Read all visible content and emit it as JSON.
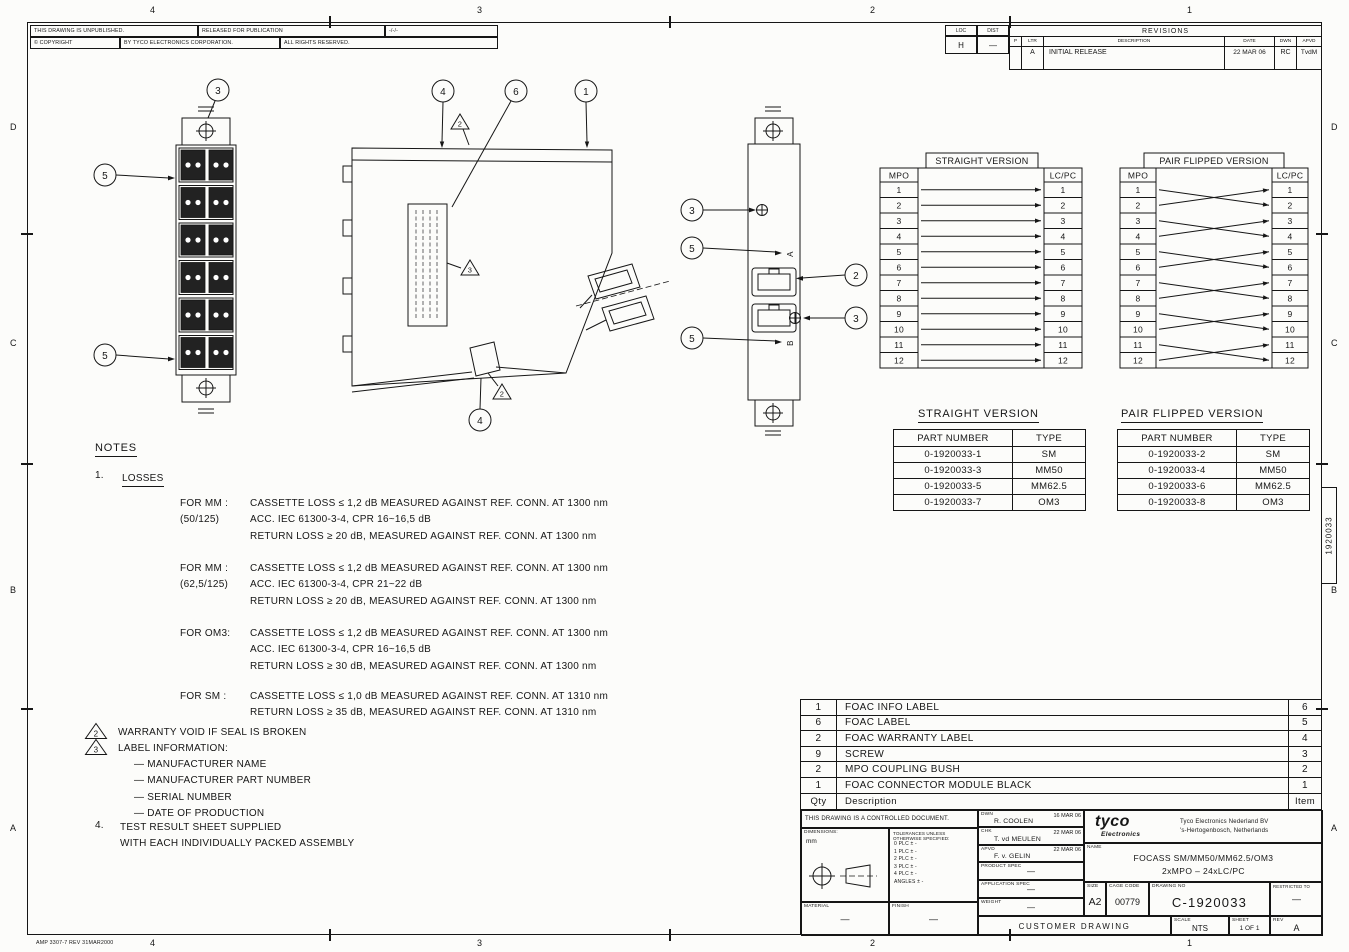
{
  "page": {
    "form_ref": "AMP 3307-7  REV 31MAR2000",
    "side_tab": "1920033",
    "zones_top": [
      "4",
      "3",
      "2",
      "1"
    ],
    "zones_bottom": [
      "4",
      "3",
      "2",
      "1"
    ],
    "zones_left": [
      "D",
      "C",
      "B",
      "A"
    ],
    "zones_right": [
      "D",
      "C",
      "B",
      "A"
    ]
  },
  "copyright_block": {
    "unpublished": "THIS DRAWING IS UNPUBLISHED.",
    "released": "RELEASED FOR PUBLICATION",
    "released_value": "-/-/-",
    "copyright": "© COPYRIGHT",
    "by_company": "BY TYCO ELECTRONICS CORPORATION.",
    "rights": "ALL RIGHTS RESERVED."
  },
  "revisions": {
    "loc_label": "LOC",
    "loc": "H",
    "dist_label": "DIST",
    "dist": "—",
    "title": "REVISIONS",
    "col_p": "P",
    "col_ltr": "LTR",
    "col_desc": "DESCRIPTION",
    "col_date": "DATE",
    "col_dwn": "DWN",
    "col_apvd": "APVD",
    "rows": [
      {
        "p": "",
        "ltr": "A",
        "desc": "INITIAL RELEASE",
        "date": "22 MAR 06",
        "dwn": "RC",
        "apvd": "TvdM"
      }
    ]
  },
  "views": {
    "front": {
      "balloon_top": "3",
      "balloon_upper": "5",
      "balloon_lower": "5"
    },
    "iso": {
      "balloon_a": "4",
      "balloon_b": "6",
      "balloon_c": "1",
      "balloon_bottom": "4",
      "flag_top": "2",
      "flag_label": "3",
      "flag_bottom": "2"
    },
    "rear": {
      "balloon_screw_top": "3",
      "balloon_marker_a": "5",
      "balloon_bush": "2",
      "balloon_screw_bottom": "3",
      "balloon_marker_b": "5",
      "marker_a": "A",
      "marker_b": "B"
    }
  },
  "wiring": {
    "straight": {
      "title": "STRAIGHT VERSION",
      "left_header": "MPO",
      "right_header": "LC/PC",
      "left": [
        "1",
        "2",
        "3",
        "4",
        "5",
        "6",
        "7",
        "8",
        "9",
        "10",
        "11",
        "12"
      ],
      "right": [
        "1",
        "2",
        "3",
        "4",
        "5",
        "6",
        "7",
        "8",
        "9",
        "10",
        "11",
        "12"
      ],
      "mapping": [
        [
          1,
          1
        ],
        [
          2,
          2
        ],
        [
          3,
          3
        ],
        [
          4,
          4
        ],
        [
          5,
          5
        ],
        [
          6,
          6
        ],
        [
          7,
          7
        ],
        [
          8,
          8
        ],
        [
          9,
          9
        ],
        [
          10,
          10
        ],
        [
          11,
          11
        ],
        [
          12,
          12
        ]
      ]
    },
    "pair_flipped": {
      "title": "PAIR FLIPPED VERSION",
      "left_header": "MPO",
      "right_header": "LC/PC",
      "left": [
        "1",
        "2",
        "3",
        "4",
        "5",
        "6",
        "7",
        "8",
        "9",
        "10",
        "11",
        "12"
      ],
      "right": [
        "1",
        "2",
        "3",
        "4",
        "5",
        "6",
        "7",
        "8",
        "9",
        "10",
        "11",
        "12"
      ],
      "mapping": [
        [
          1,
          2
        ],
        [
          2,
          1
        ],
        [
          3,
          4
        ],
        [
          4,
          3
        ],
        [
          5,
          6
        ],
        [
          6,
          5
        ],
        [
          7,
          8
        ],
        [
          8,
          7
        ],
        [
          9,
          10
        ],
        [
          10,
          9
        ],
        [
          11,
          12
        ],
        [
          12,
          11
        ]
      ]
    }
  },
  "part_tables": {
    "straight": {
      "title": "STRAIGHT VERSION",
      "col_part": "PART NUMBER",
      "col_type": "TYPE",
      "rows": [
        {
          "pn": "0-1920033-1",
          "type": "SM"
        },
        {
          "pn": "0-1920033-3",
          "type": "MM50"
        },
        {
          "pn": "0-1920033-5",
          "type": "MM62.5"
        },
        {
          "pn": "0-1920033-7",
          "type": "OM3"
        }
      ]
    },
    "pair_flipped": {
      "title": "PAIR FLIPPED VERSION",
      "col_part": "PART NUMBER",
      "col_type": "TYPE",
      "rows": [
        {
          "pn": "0-1920033-2",
          "type": "SM"
        },
        {
          "pn": "0-1920033-4",
          "type": "MM50"
        },
        {
          "pn": "0-1920033-6",
          "type": "MM62.5"
        },
        {
          "pn": "0-1920033-8",
          "type": "OM3"
        }
      ]
    }
  },
  "notes": {
    "title": "NOTES",
    "losses": {
      "num": "1.",
      "heading": "LOSSES",
      "groups": [
        {
          "label": "FOR MM :",
          "sub": "(50/125)",
          "lines": [
            "CASSETTE LOSS ≤ 1,2 dB MEASURED AGAINST REF. CONN. AT 1300 nm",
            "ACC. IEC 61300-3-4, CPR 16~16,5 dB",
            "RETURN LOSS ≥ 20 dB, MEASURED AGAINST REF. CONN. AT 1300 nm"
          ]
        },
        {
          "label": "FOR MM :",
          "sub": "(62,5/125)",
          "lines": [
            "CASSETTE LOSS ≤ 1,2 dB MEASURED AGAINST REF. CONN. AT 1300 nm",
            "ACC. IEC 61300-3-4, CPR 21~22 dB",
            "RETURN LOSS ≥ 20 dB, MEASURED AGAINST REF. CONN. AT 1300 nm"
          ]
        },
        {
          "label": "FOR OM3:",
          "sub": "",
          "lines": [
            "CASSETTE LOSS ≤ 1,2 dB MEASURED AGAINST REF. CONN. AT 1300 nm",
            "ACC. IEC 61300-3-4, CPR 16~16,5 dB",
            "RETURN LOSS ≥ 30 dB, MEASURED AGAINST REF. CONN. AT 1300 nm"
          ]
        },
        {
          "label": "FOR SM :",
          "sub": "",
          "lines": [
            "CASSETTE LOSS ≤ 1,0 dB MEASURED AGAINST REF. CONN. AT 1310 nm",
            "RETURN LOSS ≥ 35 dB, MEASURED AGAINST REF. CONN. AT 1310 nm"
          ]
        }
      ]
    },
    "warranty": {
      "num": "2",
      "text": "WARRANTY VOID IF SEAL IS BROKEN"
    },
    "label_info": {
      "num": "3",
      "text": "LABEL INFORMATION:",
      "items": [
        "— MANUFACTURER NAME",
        "— MANUFACTURER PART NUMBER",
        "— SERIAL NUMBER",
        "— DATE OF PRODUCTION"
      ]
    },
    "test": {
      "num": "4.",
      "lines": [
        "TEST RESULT SHEET SUPPLIED",
        "WITH EACH INDIVIDUALLY PACKED ASSEMBLY"
      ]
    }
  },
  "bom": {
    "rows": [
      {
        "qty": "1",
        "desc": "FOAC INFO LABEL",
        "item": "6"
      },
      {
        "qty": "6",
        "desc": "FOAC LABEL",
        "item": "5"
      },
      {
        "qty": "2",
        "desc": "FOAC WARRANTY LABEL",
        "item": "4"
      },
      {
        "qty": "9",
        "desc": "SCREW",
        "item": "3"
      },
      {
        "qty": "2",
        "desc": "MPO COUPLING BUSH",
        "item": "2"
      },
      {
        "qty": "1",
        "desc": "FOAC CONNECTOR MODULE BLACK",
        "item": "1"
      }
    ],
    "footer": {
      "qty": "Qty",
      "desc": "Description",
      "item": "Item"
    }
  },
  "title_block": {
    "controlled": "THIS DRAWING IS A CONTROLLED DOCUMENT.",
    "dimensions_label": "DIMENSIONS:",
    "dimensions_unit": "mm",
    "tolerances_header1": "TOLERANCES UNLESS",
    "tolerances_header2": "OTHERWISE SPECIFIED:",
    "tolerances": [
      "0 PLC ± -",
      "1 PLC ± -",
      "2 PLC ± -",
      "3 PLC ± -",
      "4 PLC ± -",
      "ANGLES ± -"
    ],
    "material_label": "MATERIAL",
    "material_value": "—",
    "finish_label": "FINISH",
    "finish_value": "—",
    "sign_rows": [
      {
        "label": "DWN",
        "name": "R. COOLEN",
        "date": "16 MAR 06"
      },
      {
        "label": "CHK",
        "name": "T. vd MEULEN",
        "date": "22 MAR 06"
      },
      {
        "label": "APVD",
        "name": "F. v. GELIN",
        "date": "22 MAR 06"
      }
    ],
    "product_spec_label": "PRODUCT SPEC",
    "product_spec_value": "—",
    "application_spec_label": "APPLICATION SPEC",
    "application_spec_value": "—",
    "weight_label": "WEIGHT",
    "weight_value": "—",
    "logo_main": "tyco",
    "logo_sub": "Electronics",
    "company_line1": "Tyco Electronics Nederland BV",
    "company_line2": "'s-Hertogenbosch, Netherlands",
    "name_label": "NAME",
    "name_line1": "FOCASS SM/MM50/MM62.5/OM3",
    "name_line2": "2xMPO – 24xLC/PC",
    "size_label": "SIZE",
    "size_value": "A2",
    "cage_label": "CAGE CODE",
    "cage_value": "00779",
    "drawing_no_label": "DRAWING NO",
    "drawing_no_value": "C-1920033",
    "restricted_label": "RESTRICTED TO",
    "restricted_value": "—",
    "customer_drawing": "CUSTOMER DRAWING",
    "scale_label": "SCALE",
    "scale_value": "NTS",
    "sheet_label": "SHEET",
    "sheet_value": "1 OF 1",
    "rev_label": "REV",
    "rev_value": "A"
  }
}
